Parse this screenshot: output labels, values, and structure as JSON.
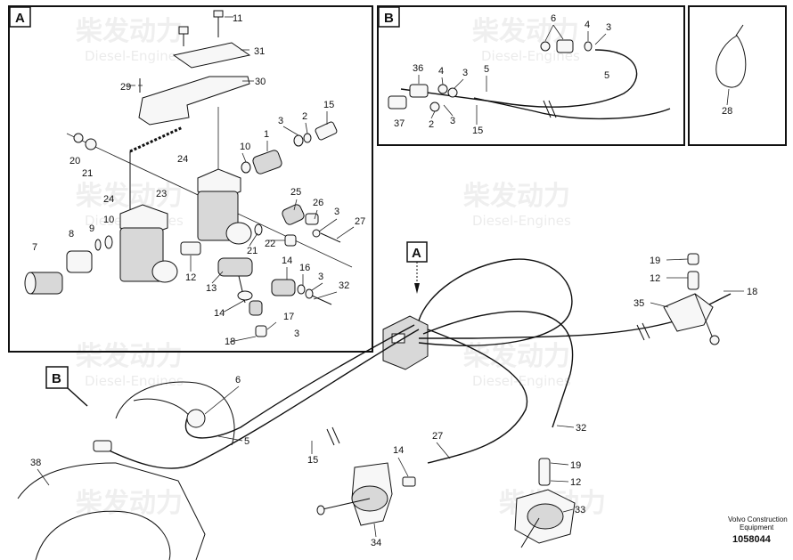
{
  "panels": {
    "a": {
      "label": "A"
    },
    "b": {
      "label": "B"
    }
  },
  "callouts": {
    "a_marker": "A",
    "b_marker": "B"
  },
  "watermark": {
    "text": "柴发动力",
    "subtext": "Diesel-Engines"
  },
  "footer": {
    "brand_line1": "Volvo Construction",
    "brand_line2": "Equipment",
    "document_number": "1058044"
  },
  "part_numbers": {
    "a_11": "11",
    "a_31": "31",
    "a_30": "30",
    "a_29": "29",
    "a_15": "15",
    "a_3_top": "3",
    "a_2": "2",
    "a_1": "1",
    "a_10_top": "10",
    "a_20": "20",
    "a_21_top": "21",
    "a_24_top": "24",
    "a_25": "25",
    "a_26": "26",
    "a_3_mid": "3",
    "a_27": "27",
    "a_24_left": "24",
    "a_23": "23",
    "a_10_left": "10",
    "a_9": "9",
    "a_8": "8",
    "a_7": "7",
    "a_22": "22",
    "a_21_mid": "21",
    "a_12": "12",
    "a_13": "13",
    "a_14_mid": "14",
    "a_16": "16",
    "a_3_low": "3",
    "a_32": "32",
    "a_14_low": "14",
    "a_17": "17",
    "a_18": "18",
    "a_3_bottom": "3",
    "b_6": "6",
    "b_4_top": "4",
    "b_3_top": "3",
    "b_5_top": "5",
    "b_36": "36",
    "b_4_mid": "4",
    "b_3_mid": "3",
    "b_5_mid": "5",
    "b_37": "37",
    "b_2": "2",
    "b_3_low": "3",
    "b_15": "15",
    "c_28": "28",
    "m_19_top": "19",
    "m_12_top": "12",
    "m_18": "18",
    "m_35": "35",
    "m_6": "6",
    "m_5": "5",
    "m_38": "38",
    "m_15": "15",
    "m_14": "14",
    "m_27": "27",
    "m_32": "32",
    "m_19_low": "19",
    "m_12_low": "12",
    "m_33": "33",
    "m_34": "34"
  }
}
